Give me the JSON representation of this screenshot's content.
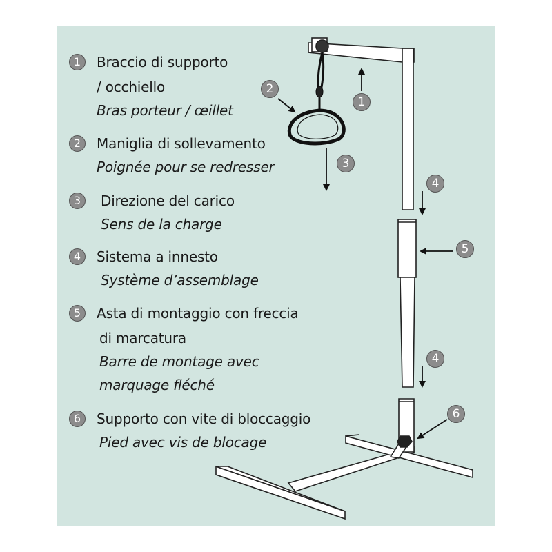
{
  "colors": {
    "panel_background": "#d2e5e0",
    "badge": "#8c8c8c",
    "text": "#1a1a1a"
  },
  "legend": [
    {
      "number": "1",
      "lines_it": [
        "Braccio di supporto",
        "/ occhiello"
      ],
      "lines_fr": [
        "Bras porteur / œillet"
      ]
    },
    {
      "number": "2",
      "lines_it": [
        "Maniglia di sollevamento"
      ],
      "lines_fr": [
        "Poignée pour se redresser"
      ]
    },
    {
      "number": "3",
      "lines_it": [
        "Direzione del carico"
      ],
      "lines_fr": [
        "Sens de la charge"
      ]
    },
    {
      "number": "4",
      "lines_it": [
        "Sistema a innesto"
      ],
      "lines_fr": [
        "Système d’assemblage"
      ]
    },
    {
      "number": "5",
      "lines_it": [
        "Asta di montaggio con freccia",
        "di marcatura"
      ],
      "lines_fr": [
        "Barre de montage avec",
        "marquage fléché"
      ]
    },
    {
      "number": "6",
      "lines_it": [
        "Supporto con vite di bloccaggio"
      ],
      "lines_fr": [
        "Pied avec vis de blocage"
      ]
    }
  ],
  "callouts": [
    {
      "number": "1",
      "part": "support-arm"
    },
    {
      "number": "2",
      "part": "lifting-handle"
    },
    {
      "number": "3",
      "part": "load-direction"
    },
    {
      "number": "4",
      "part": "plug-system-upper"
    },
    {
      "number": "5",
      "part": "mounting-pole"
    },
    {
      "number": "4",
      "part": "plug-system-lower"
    },
    {
      "number": "6",
      "part": "base-with-locking-screw"
    }
  ]
}
